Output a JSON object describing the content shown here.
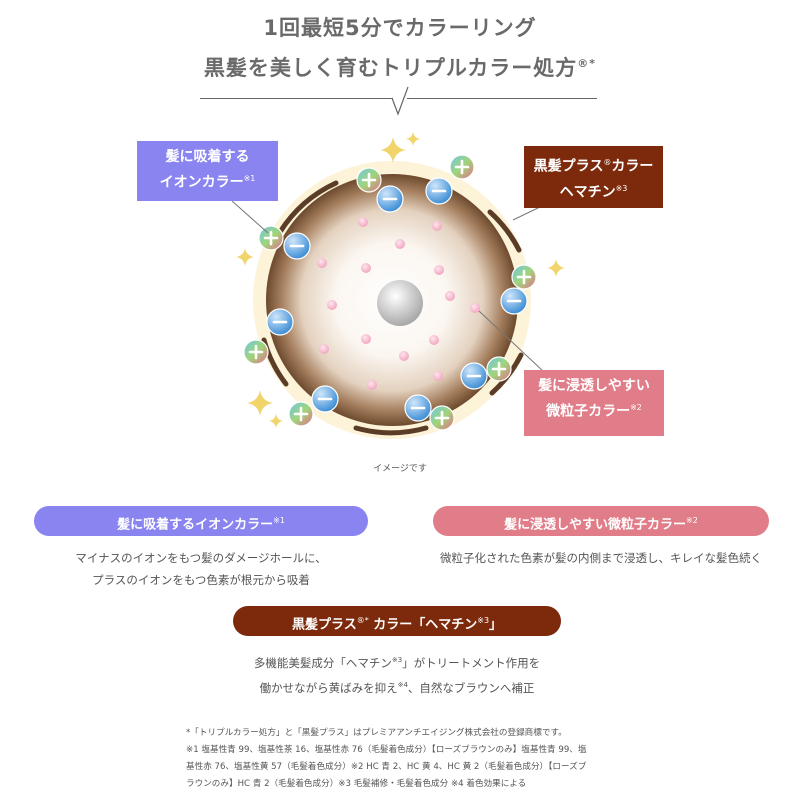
{
  "header": {
    "line1": "1回最短5分でカラーリング",
    "line2_main": "黒髪を美しく育むトリプルカラー処方",
    "line2_mark": "®*"
  },
  "diagram": {
    "ion_callout": {
      "line1": "髪に吸着する",
      "line2": "イオンカラー",
      "note": "※1"
    },
    "hematin_callout": {
      "line1_a": "黒髪プラス",
      "line1_mark": "®",
      "line1_b": "カラー",
      "line2": "ヘマチン",
      "note": "※3"
    },
    "fine_callout": {
      "line1": "髪に浸透しやすい",
      "line2": "微粒子カラー",
      "note": "※2"
    },
    "caption": "イメージです",
    "plus_symbol": "+",
    "minus_symbol": "−"
  },
  "sections": {
    "ion": {
      "title": "髪に吸着するイオンカラー",
      "note": "※1",
      "line1": "マイナスのイオンをもつ髪のダメージホールに、",
      "line2": "プラスのイオンをもつ色素が根元から吸着"
    },
    "fine": {
      "title": "髪に浸透しやすい微粒子カラー",
      "note": "※2",
      "line1": "微粒子化された色素が髪の内側まで浸透し、キレイな髪色続く"
    },
    "hematin": {
      "title_a": "黒髪プラス",
      "title_mark": "®*",
      "title_b": " カラー「ヘマチン",
      "title_note": "※3",
      "title_c": "」",
      "line1_a": "多機能美髪成分「ヘマチン",
      "line1_note": "※3",
      "line1_b": "」がトリートメント作用を",
      "line2_a": "働かせながら黄ばみを抑え",
      "line2_note": "※4",
      "line2_b": "、自然なブラウンへ補正"
    }
  },
  "footnotes": {
    "line1": "*「トリプルカラー処方」と「黒髪プラス」はプレミアアンチエイジング株式会社の登録商標です。",
    "line2": "※1 塩基性青 99、塩基性茶 16、塩基性赤 76（毛髪着色成分）【ローズブラウンのみ】塩基性青 99、塩",
    "line3": "基性赤 76、塩基性黄 57（毛髪着色成分）※2 HC 青 2、HC 黄 4、HC 黄 2（毛髪着色成分）【ローズブ",
    "line4": "ラウンのみ】HC 青 2（毛髪着色成分）※3 毛髪補修・毛髪着色成分 ※4 着色効果による"
  },
  "colors": {
    "ion": "#8a84f0",
    "fine": "#e07d88",
    "hematin": "#7d2a0c",
    "sparkle": "#f2d56a"
  }
}
